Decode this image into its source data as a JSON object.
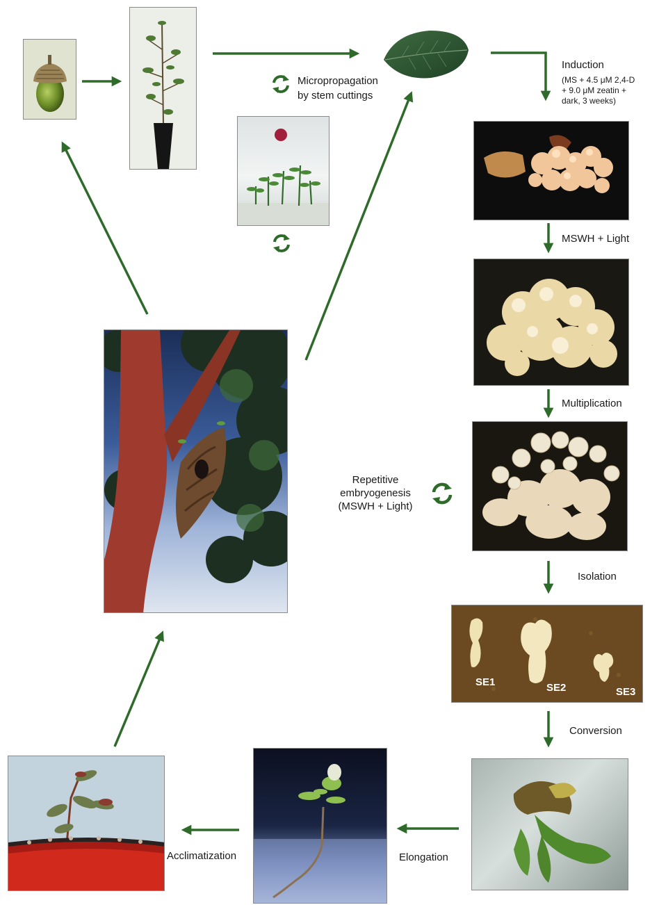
{
  "colors": {
    "arrow": "#2e6b2a",
    "background": "#ffffff"
  },
  "icons": {
    "cycle": "cycle-arrows-icon"
  },
  "labels": {
    "micropropagation_line1": "Micropropagation",
    "micropropagation_line2": "by stem cuttings",
    "induction_title": "Induction",
    "induction_line1": "(MS + 4.5 μM 2,4-D",
    "induction_line2": "+ 9.0 μM zeatin +",
    "induction_line3": "dark, 3 weeks)",
    "mswh_light": "MSWH + Light",
    "multiplication": "Multiplication",
    "repetitive_line1": "Repetitive",
    "repetitive_line2": "embryogenesis",
    "repetitive_line3": "(MSWH + Light)",
    "isolation": "Isolation",
    "conversion": "Conversion",
    "elongation": "Elongation",
    "acclimatization": "Acclimatization"
  },
  "embryo_labels": [
    "SE1",
    "SE2",
    "SE3"
  ]
}
